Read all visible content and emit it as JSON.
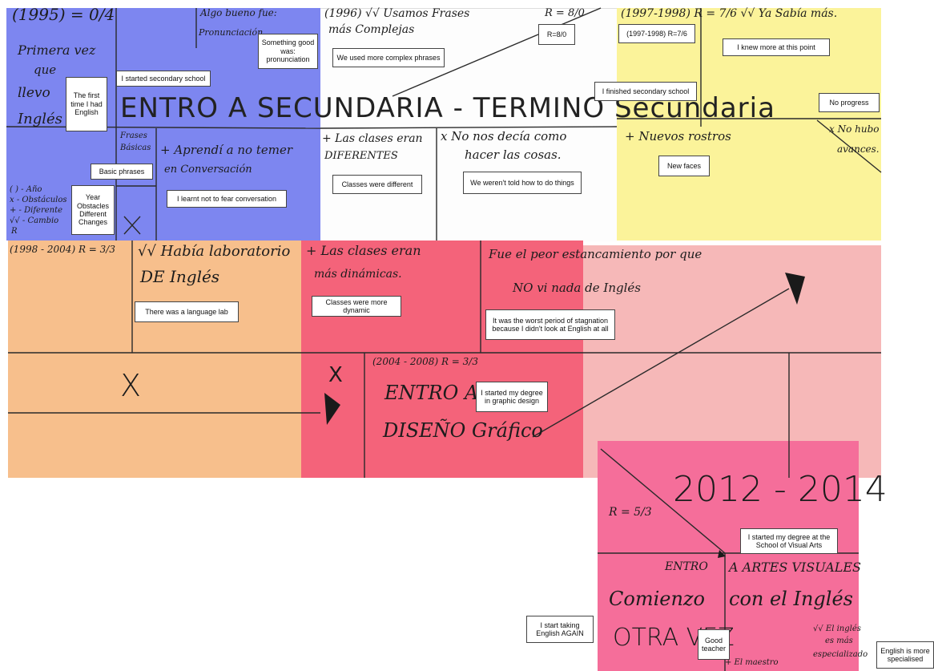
{
  "colors": {
    "blue": "#7d86f0",
    "white": "#fdfdfd",
    "yellow": "#fbf39a",
    "orange": "#f7bf8c",
    "red": "#f4637a",
    "light_pink": "#f6b8b8",
    "pink": "#f56e9a"
  },
  "handwriting": {
    "blue_year": "(1995) = 0/4",
    "blue_primera": "Primera vez",
    "blue_que": "que",
    "blue_llevo": "llevo",
    "blue_ingles": "Inglés",
    "blue_algo": "Algo bueno fue:",
    "blue_pron": "Pronunciación",
    "blue_frases": "Frases",
    "blue_basicas": "Básicas",
    "blue_aprendi": "+ Aprendí a no temer",
    "blue_conv": "en Conversación",
    "blue_legend1": "( ) - Año",
    "blue_legend2": "x - Obstáculos",
    "blue_legend3": "+ - Diferente",
    "blue_legend4": "√√ - Cambio",
    "blue_legend5": "R",
    "entro_secundaria": "ENTRO A SECUNDARIA - TERMINO Secundaria",
    "white_year": "(1996) √√ Usamos Frases",
    "white_complejas": "más Complejas",
    "white_r": "R = 8/0",
    "white_clases": "+ Las clases eran",
    "white_diferentes": "DIFERENTES",
    "white_no": "x No nos decía como",
    "white_hacer": "hacer las cosas.",
    "yellow_year": "(1997-1998) R = 7/6 √√ Ya Sabía más.",
    "yellow_nuevos": "+ Nuevos rostros",
    "yellow_nohubo": "x No hubo",
    "yellow_avances": "avances.",
    "orange_year": "(1998 - 2004) R = 3/3",
    "orange_habia": "√√ Había laboratorio",
    "orange_de": "DE Inglés",
    "orange_x": "X",
    "red_clases": "+ Las clases eran",
    "red_mas": "más dinámicas.",
    "red_x": "X",
    "red_year": "(2004 - 2008) R = 3/3",
    "red_entro": "ENTRO A",
    "red_diseno": "DISEÑO Gráfico",
    "lp_fue": "Fue el peor estancamiento por que",
    "lp_no": "NO vi nada de Inglés",
    "pink_year": "2012 - 2014",
    "pink_r": "R = 5/3",
    "pink_entro": "ENTRO",
    "pink_artes": "A ARTES VISUALES",
    "pink_comienzo": "Comienzo",
    "pink_con": "con el Inglés",
    "pink_otra": "OTRA VEZ",
    "pink_elingles": "√√ El inglés",
    "pink_es": "es más",
    "pink_esp": "especializado",
    "pink_maestro": "+ El maestro"
  },
  "labels": {
    "something_good": "Something good was: pronunciation",
    "first_time": "The first time I had English",
    "started_secondary": "I started secondary school",
    "basic_phrases": "Basic phrases",
    "year_legend": "Year Obstacles Different Changes",
    "learnt_not_fear": "I learnt not to fear conversation",
    "complex_phrases": "We used more complex phrases",
    "r_value": "R=8/0",
    "finished_secondary": "I finished secondary school",
    "classes_different": "Classes were different",
    "not_told": "We weren't told how to do things",
    "yellow_year": "(1997-1998)    R=7/6",
    "knew_more": "I knew more at this point",
    "no_progress": "No progress",
    "new_faces": "New faces",
    "language_lab": "There was a language lab",
    "more_dynamic": "Classes were more dynamic",
    "worst_period": "It was the worst period of stagnation because I didn't look at English at all",
    "graphic_design": "I started my degree in graphic design",
    "visual_arts": "I started my degree at the School of Visual Arts",
    "english_again": "I start taking English AGAIN",
    "good_teacher": "Good teacher",
    "more_specialised": "English is more specialised"
  }
}
